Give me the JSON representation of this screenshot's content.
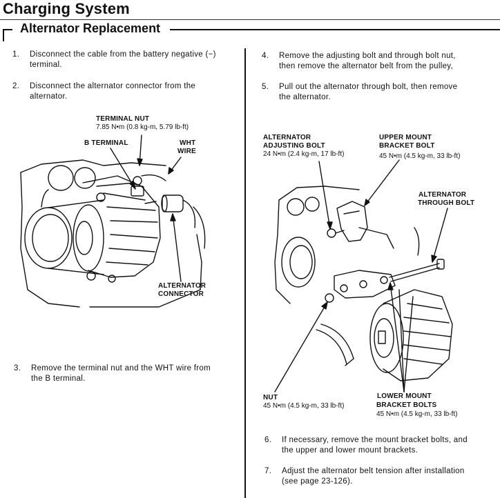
{
  "header": {
    "title": "Charging System",
    "subtitle": "Alternator Replacement"
  },
  "steps": [
    {
      "num": "1.",
      "lines": [
        "Disconnect the cable from the battery negative (−)",
        "terminal."
      ]
    },
    {
      "num": "2.",
      "lines": [
        "Disconnect  the  alternator  connector  from  the",
        "alternator."
      ]
    },
    {
      "num": "3.",
      "lines": [
        "Remove the terminal nut and the WHT wire from",
        "the B terminal."
      ]
    },
    {
      "num": "4.",
      "lines": [
        "Remove the adjusting bolt and through bolt nut,",
        "then remove the alternator belt from the pulley,"
      ]
    },
    {
      "num": "5.",
      "lines": [
        "Pull out the alternator through bolt, then remove",
        "the alternator."
      ]
    },
    {
      "num": "6.",
      "lines": [
        "If necessary, remove the mount bracket bolts, and",
        "the upper and lower mount brackets."
      ]
    },
    {
      "num": "7.",
      "lines": [
        "Adjust the alternator belt tension after installation",
        "(see page 23-126)."
      ]
    }
  ],
  "figure_left": {
    "terminal_nut": {
      "label": "TERMINAL NUT",
      "torque": "7.85 N•m (0.8 kg-m, 5.79 lb-ft)"
    },
    "b_terminal": "B TERMINAL",
    "wht_wire": [
      "WHT",
      "WIRE"
    ],
    "connector": [
      "ALTERNATOR",
      "CONNECTOR"
    ]
  },
  "figure_right": {
    "adjusting_bolt": {
      "label": [
        "ALTERNATOR",
        "ADJUSTING BOLT"
      ],
      "torque": "24 N•m (2.4 kg-m, 17 lb-ft)"
    },
    "upper_mount": {
      "label": [
        "UPPER MOUNT",
        "BRACKET BOLT"
      ],
      "torque": "45 N•m (4.5 kg-m, 33 lb-ft)"
    },
    "through_bolt": [
      "ALTERNATOR",
      "THROUGH BOLT"
    ],
    "nut": {
      "label": "NUT",
      "torque": "45 N•m (4.5 kg-m, 33 lb-ft)"
    },
    "lower_mount": {
      "label": [
        "LOWER MOUNT",
        "BRACKET BOLTS"
      ],
      "torque": "45 N•m (4.5 kg-m, 33 lb-ft)"
    }
  }
}
